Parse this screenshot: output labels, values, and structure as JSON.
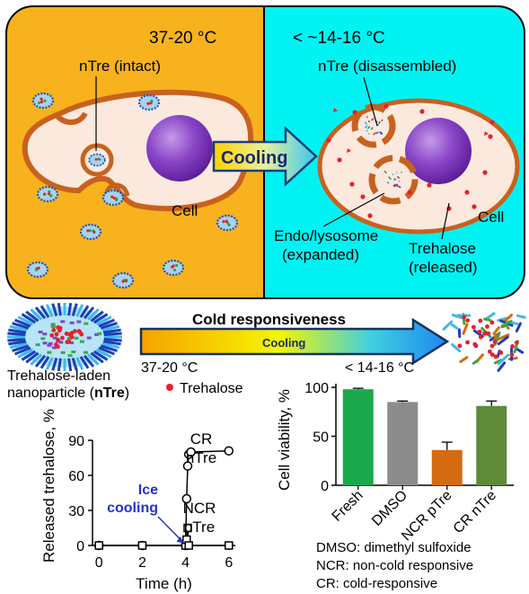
{
  "panel_top": {
    "warm": {
      "temperature": "37-20 °C",
      "nanoparticle_label": "nTre (intact)",
      "cell_label": "Cell",
      "background_color": "#f7b21e"
    },
    "cooling_arrow_label": "Cooling",
    "cold": {
      "temperature": "< ~14-16 °C",
      "nanoparticle_label": "nTre (disassembled)",
      "endo_label_line1": "Endo/lysosome",
      "endo_label_line2": "(expanded)",
      "cell_label": "Cell",
      "trehalose_label_line1": "Trehalose",
      "trehalose_label_line2": "(released)",
      "background_color": "#00f3f3"
    }
  },
  "panel_middle": {
    "title": "Cold responsiveness",
    "bar_label": "Cooling",
    "temp_left": "37-20 °C",
    "temp_right": "< 14-16 °C",
    "nanoparticle_line1": "Trehalose-laden",
    "nanoparticle_line2_prefix": "nanoparticle (",
    "nanoparticle_line2_bold": "nTre",
    "nanoparticle_line2_suffix": ")",
    "legend_trehalose": "Trehalose",
    "trehalose_color": "#e8202a"
  },
  "release_chart": {
    "type": "line",
    "xlabel": "Time (h)",
    "ylabel": "Released trehalose, %",
    "xlim": [
      -0.3,
      6.3
    ],
    "ylim": [
      0,
      90
    ],
    "x_ticks": [
      "0",
      "2",
      "4",
      "6"
    ],
    "y_ticks": [
      "0",
      "30",
      "60",
      "90"
    ],
    "annotation_line1": "Ice",
    "annotation_line2": "cooling",
    "annotation_color": "#2233cc",
    "series": [
      {
        "name_line1": "CR",
        "name_line2": "nTre",
        "points": [
          [
            0,
            0
          ],
          [
            2,
            0
          ],
          [
            4,
            0
          ],
          [
            4.05,
            40
          ],
          [
            4.1,
            68
          ],
          [
            4.15,
            78
          ],
          [
            4.25,
            80
          ],
          [
            6,
            81
          ]
        ]
      },
      {
        "name_line1": "NCR",
        "name_line2": "pTre",
        "points": [
          [
            0,
            0
          ],
          [
            2,
            0
          ],
          [
            4,
            0
          ],
          [
            4.05,
            5
          ],
          [
            4.1,
            15
          ],
          [
            4.15,
            0
          ],
          [
            6,
            0
          ]
        ]
      }
    ]
  },
  "viability_chart": {
    "type": "bar",
    "ylabel": "Cell viability, %",
    "ylim": [
      0,
      100
    ],
    "y_ticks": [
      "0",
      "50",
      "100"
    ],
    "categories": [
      "Fresh",
      "DMSO",
      "NCR pTre",
      "CR nTre"
    ],
    "values": [
      98,
      85,
      36,
      81
    ],
    "errors": [
      1,
      1,
      8,
      5
    ],
    "colors": [
      "#1ba84d",
      "#8c8c8c",
      "#d46a12",
      "#5e8a3a"
    ]
  },
  "abbreviations": [
    "DMSO: dimethyl sulfoxide",
    "NCR: non-cold responsive",
    "CR: cold-responsive"
  ]
}
